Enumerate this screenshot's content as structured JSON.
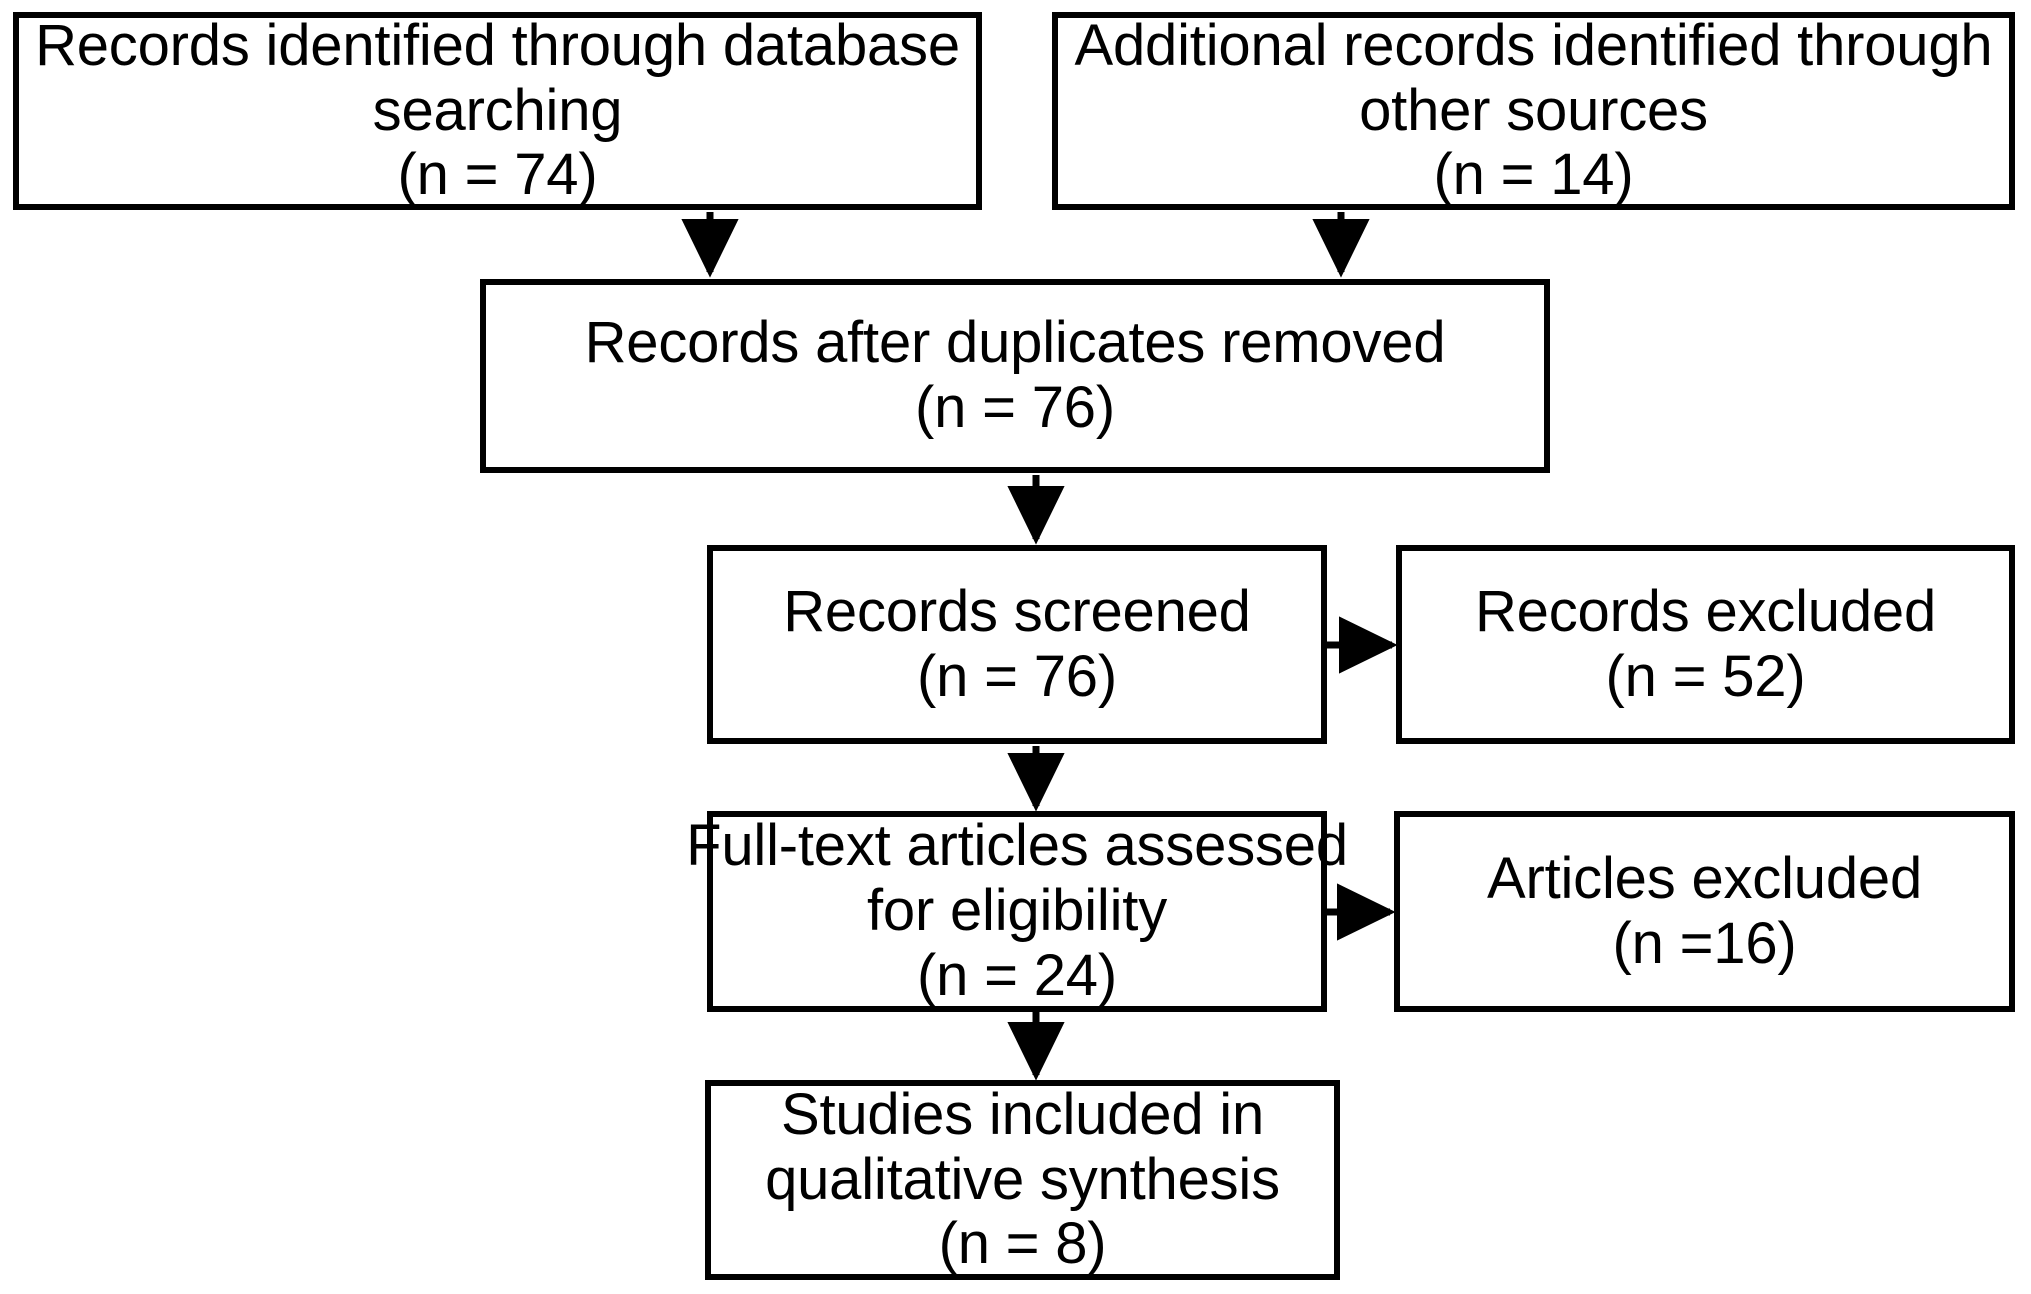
{
  "diagram": {
    "type": "prisma-flow-diagram",
    "title": "PRISMA study selection flow diagram",
    "stroke_color": "#000000",
    "fill_color": "#ffffff",
    "text_color": "#000000",
    "nodes": [
      {
        "id": "identification-database",
        "lines": [
          "Records identified through database",
          "searching",
          "(n = 74)"
        ],
        "count_label": "(n = 74)",
        "count": 74
      },
      {
        "id": "identification-other",
        "lines": [
          "Additional records identified through",
          "other sources",
          "(n = 14)"
        ],
        "count_label": "(n = 14)",
        "count": 14
      },
      {
        "id": "duplicates-removed",
        "lines": [
          "Records after duplicates removed",
          "(n = 76)"
        ],
        "count_label": "(n = 76)",
        "count": 76
      },
      {
        "id": "records-screened",
        "lines": [
          "Records screened",
          "(n = 76)"
        ],
        "count_label": "(n = 76)",
        "count": 76
      },
      {
        "id": "records-excluded",
        "lines": [
          "Records excluded",
          "(n = 52)"
        ],
        "count_label": "(n = 52)",
        "count": 52
      },
      {
        "id": "fulltext-assessed",
        "lines": [
          "Full-text articles assessed",
          "for eligibility",
          "(n = 24)"
        ],
        "count_label": "(n = 24)",
        "count": 24
      },
      {
        "id": "articles-excluded",
        "lines": [
          "Articles excluded",
          "(n =16)"
        ],
        "count_label": "(n =16)",
        "count": 16
      },
      {
        "id": "studies-included",
        "lines": [
          "Studies included in",
          "qualitative synthesis",
          "(n = 8)"
        ],
        "count_label": "(n = 8)",
        "count": 8
      }
    ],
    "edges": [
      {
        "id": "edge-database-to-duplicates",
        "from": "identification-database",
        "to": "duplicates-removed",
        "direction": "down"
      },
      {
        "id": "edge-other-to-duplicates",
        "from": "identification-other",
        "to": "duplicates-removed",
        "direction": "down"
      },
      {
        "id": "edge-duplicates-to-screened",
        "from": "duplicates-removed",
        "to": "records-screened",
        "direction": "down"
      },
      {
        "id": "edge-screened-to-excluded",
        "from": "records-screened",
        "to": "records-excluded",
        "direction": "right"
      },
      {
        "id": "edge-screened-to-fulltext",
        "from": "records-screened",
        "to": "fulltext-assessed",
        "direction": "down"
      },
      {
        "id": "edge-fulltext-to-excluded",
        "from": "fulltext-assessed",
        "to": "articles-excluded",
        "direction": "right"
      },
      {
        "id": "edge-fulltext-to-included",
        "from": "fulltext-assessed",
        "to": "studies-included",
        "direction": "down"
      }
    ]
  }
}
